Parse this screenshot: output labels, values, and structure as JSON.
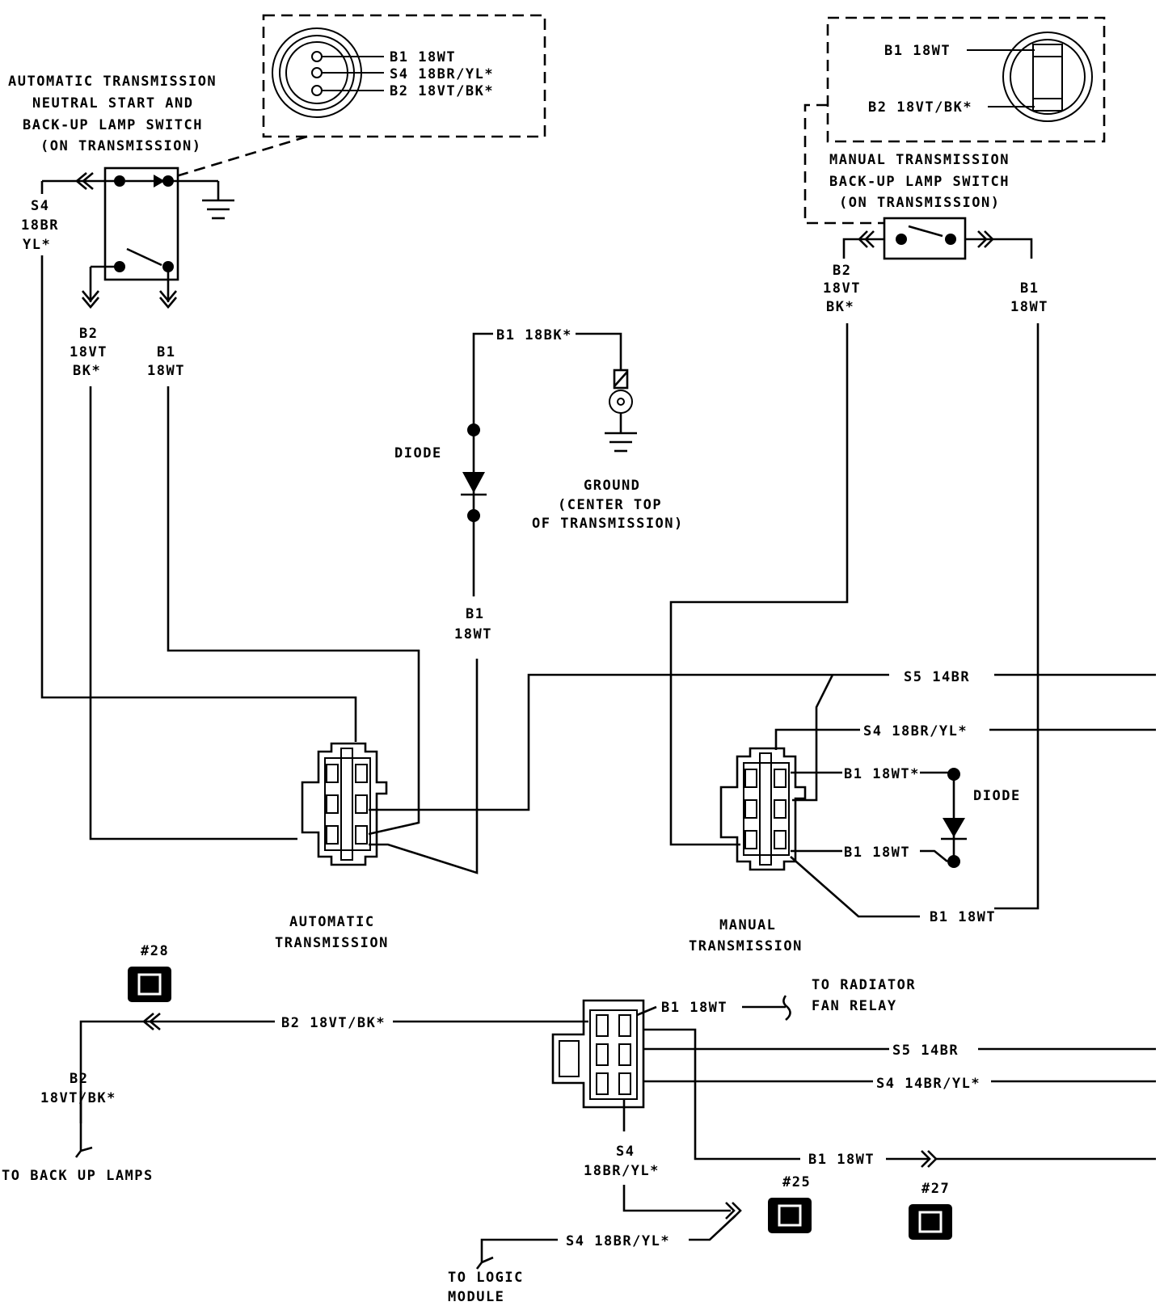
{
  "auto_switch": {
    "title_lines": [
      "AUTOMATIC TRANSMISSION",
      "NEUTRAL START AND",
      "BACK-UP LAMP SWITCH",
      "(ON TRANSMISSION)"
    ],
    "connector_pins": [
      "B1 18WT",
      "S4 18BR/YL*",
      "B2 18VT/BK*"
    ],
    "wire_s4": [
      "S4",
      "18BR",
      "YL*"
    ],
    "wire_b2": [
      "B2",
      "18VT",
      "BK*"
    ],
    "wire_b1": [
      "B1",
      "18WT"
    ]
  },
  "manual_switch": {
    "connector_pins": [
      "B1 18WT",
      "B2 18VT/BK*"
    ],
    "title_lines": [
      "MANUAL TRANSMISSION",
      "BACK-UP LAMP SWITCH",
      "(ON TRANSMISSION)"
    ],
    "wire_b2": [
      "B2",
      "18VT",
      "BK*"
    ],
    "wire_b1": [
      "B1",
      "18WT"
    ]
  },
  "center": {
    "ground_wire": "B1 18BK*",
    "diode_label": "DIODE",
    "ground_label": [
      "GROUND",
      "(CENTER TOP",
      "OF TRANSMISSION)"
    ],
    "wire_b1": [
      "B1",
      "18WT"
    ]
  },
  "right_wires": {
    "s5": "S5 14BR",
    "s4": "S4 18BR/YL*",
    "b1_star": "B1 18WT*",
    "diode_label": "DIODE",
    "b1_a": "B1 18WT",
    "b1_b": "B1 18WT"
  },
  "connectors": {
    "automatic": [
      "AUTOMATIC",
      "TRANSMISSION"
    ],
    "manual": [
      "MANUAL",
      "TRANSMISSION"
    ]
  },
  "bottom": {
    "b2_wire": "B2 18VT/BK*",
    "b2_vertical": [
      "B2",
      "18VT/BK*"
    ],
    "to_back_up": "TO BACK UP LAMPS",
    "b1_to_fan": "B1 18WT",
    "fan_relay": [
      "TO RADIATOR",
      "FAN RELAY"
    ],
    "s5": "S5 14BR",
    "s4_14": "S4 14BR/YL*",
    "b1_out": "B1 18WT",
    "s4_vertical": [
      "S4",
      "18BR/YL*"
    ],
    "s4_logic": "S4 18BR/YL*",
    "to_logic": [
      "TO LOGIC",
      "MODULE"
    ]
  },
  "refs": {
    "r28": "#28",
    "r25": "#25",
    "r27": "#27"
  }
}
